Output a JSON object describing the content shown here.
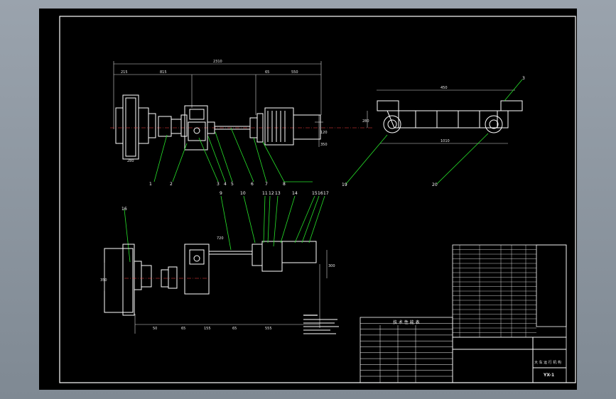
{
  "sheet": {
    "drawing_no": "YX-1",
    "frame_color": "#ffffff",
    "background": "#000000",
    "leader_color": "#27e32a"
  },
  "view_top": {
    "dims": [
      "2310",
      "215",
      "815",
      "65",
      "550",
      "280",
      "120",
      "350"
    ],
    "balloons": [
      "1",
      "2",
      "3",
      "4",
      "5",
      "6",
      "7",
      "8"
    ]
  },
  "view_side": {
    "dims": [
      "450",
      "1010",
      "280"
    ],
    "balloons": [
      "19",
      "20",
      "3"
    ]
  },
  "view_bottom": {
    "dims": [
      "50",
      "65",
      "155",
      "65",
      "555",
      "300",
      "350",
      "720"
    ],
    "balloons": [
      "16",
      "9",
      "10",
      "11",
      "12",
      "13",
      "14",
      "15",
      "16",
      "17"
    ]
  },
  "tech_table": {
    "title": "技 术 性 能 表"
  },
  "title_block": {
    "name": "大 车 运 行 机 构",
    "code": "YX-1"
  }
}
